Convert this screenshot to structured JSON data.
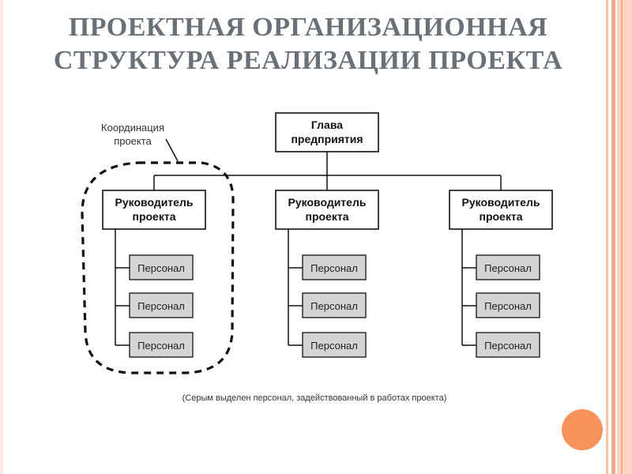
{
  "title": {
    "line1": "ПРОЕКТНАЯ ОРГАНИЗАЦИОННАЯ",
    "line2": "СТРУКТУРА РЕАЛИЗАЦИИ ПРОЕКТА"
  },
  "diagram": {
    "head": {
      "line1": "Глава",
      "line2": "предприятия"
    },
    "managers": [
      {
        "line1": "Руководитель",
        "line2": "проекта",
        "staff": [
          "Персонал",
          "Персонал",
          "Персонал"
        ]
      },
      {
        "line1": "Руководитель",
        "line2": "проекта",
        "staff": [
          "Персонал",
          "Персонал",
          "Персонал"
        ]
      },
      {
        "line1": "Руководитель",
        "line2": "проекта",
        "staff": [
          "Персонал",
          "Персонал",
          "Персонал"
        ]
      }
    ],
    "annotation": {
      "line1": "Координация",
      "line2": "проекта"
    },
    "footnote": "(Серым выделен персонал, задействованный в работах проекта)"
  },
  "colors": {
    "title": "#6a7078",
    "staff_fill": "#d4d4d4",
    "accent_stripe": "#f3a988",
    "accent_circle": "#f7945e"
  }
}
